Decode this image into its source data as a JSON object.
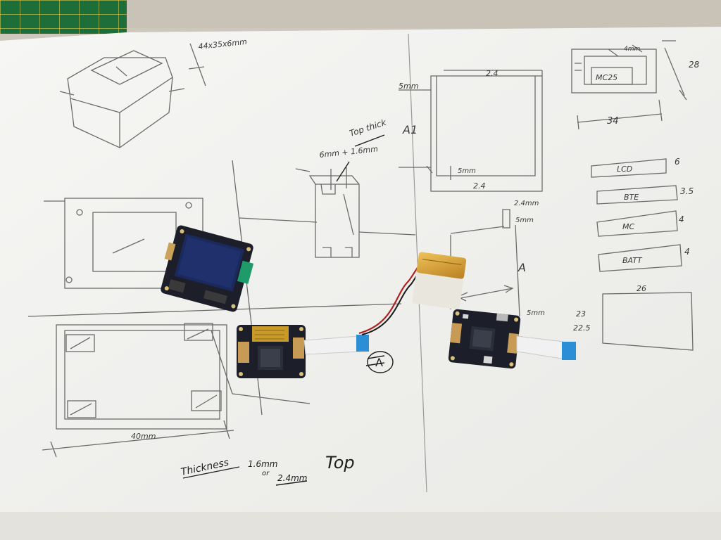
{
  "notes": {
    "dim_top_left": "44x35x6mm",
    "top_thick_title": "Top thick",
    "top_thick_label": "A1",
    "top_thick_dims": "6mm + 1.6mm",
    "box_top_dim": "2.4",
    "box_side_dim": "5mm",
    "box_inner_dim": "5mm",
    "box_bottom_dim": "2.4",
    "right_box_small": "4mm",
    "right_box_mc": "MC25",
    "right_box_height": "28",
    "right_box_width": "34",
    "stack_lcd": "LCD",
    "stack_lcd_h": "6",
    "stack_bte": "BTE",
    "stack_bte_h": "3.5",
    "stack_mc": "MC",
    "stack_mc_h": "4",
    "stack_batt": "BATT",
    "stack_batt_h": "4",
    "rect_width": "26",
    "rect_height_a": "23",
    "rect_height_b": "22.5",
    "post_dim": "2.4mm",
    "post_height": "5mm",
    "mid_label": "A",
    "mid_gap": "5mm",
    "circled_label": "A",
    "left_width": "40mm",
    "thickness_title": "Thickness",
    "thickness_a": "1.6mm",
    "thickness_or": "or",
    "thickness_b": "2.4mm",
    "top_label": "Top"
  },
  "colors": {
    "paper": "#f3f3f1",
    "pcb": "#1c1f29",
    "oled_screen": "#1b2a5e",
    "battery": "#d9a13a",
    "ribbon": "#f1f1f1",
    "ribbon_tip": "#2c8fd6",
    "pencil": "#6b6b6b",
    "pen": "#1e1e1e",
    "cutting_mat": "#1e6e3a"
  }
}
